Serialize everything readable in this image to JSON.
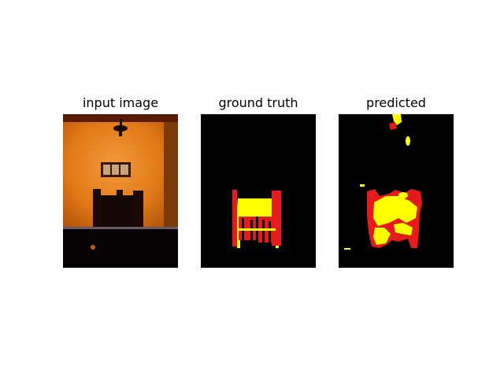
{
  "panels": [
    {
      "title": "input image"
    },
    {
      "title": "ground truth"
    },
    {
      "title": "predicted"
    }
  ],
  "colors": {
    "background": "#000000",
    "class_red": "#e41a1c",
    "class_yellow": "#ffff00",
    "wall_orange": "#e07a1a"
  }
}
